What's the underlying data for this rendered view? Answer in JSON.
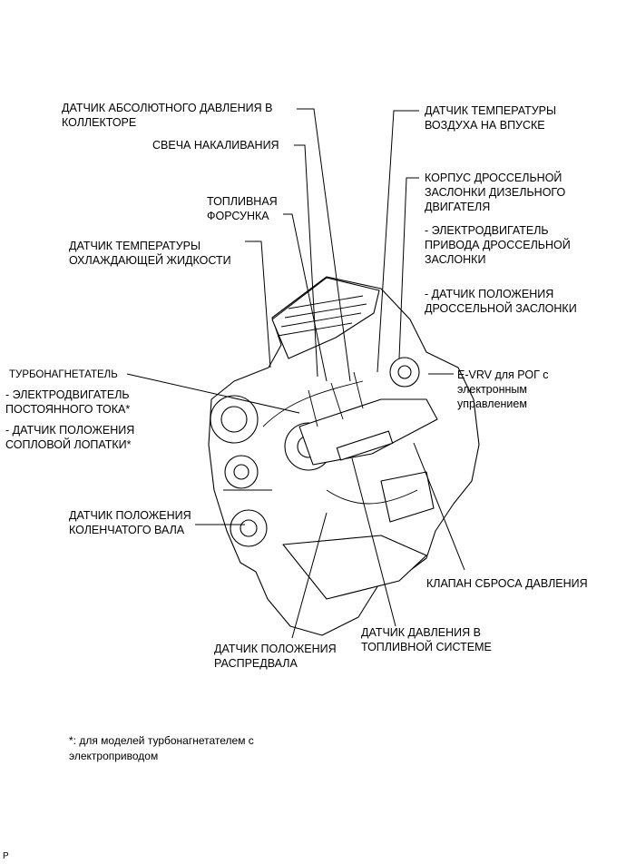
{
  "labels": {
    "map_sensor": [
      "ДАТЧИК АБСОЛЮТНОГО ДАВЛЕНИЯ В",
      "КОЛЛЕКТОРЕ"
    ],
    "glow_plug": [
      "СВЕЧА НАКАЛИВАНИЯ"
    ],
    "injector": [
      "ТОПЛИВНАЯ",
      "ФОРСУНКА"
    ],
    "coolant_temp": [
      "ДАТЧИК ТЕМПЕРАТУРЫ",
      "ОХЛАЖДАЮЩЕЙ ЖИДКОСТИ"
    ],
    "turbo": [
      "ТУРБОНАГНЕТАТЕЛЬ"
    ],
    "turbo_motor": [
      "- ЭЛЕКТРОДВИГАТЕЛЬ",
      "ПОСТОЯННОГО ТОКА*"
    ],
    "turbo_nozzle": [
      "- ДАТЧИК ПОЛОЖЕНИЯ",
      "СОПЛОВОЙ ЛОПАТКИ*"
    ],
    "crank_sensor": [
      "ДАТЧИК ПОЛОЖЕНИЯ",
      "КОЛЕНЧАТОГО ВАЛА"
    ],
    "cam_sensor": [
      "ДАТЧИК ПОЛОЖЕНИЯ",
      "РАСПРЕДВАЛА"
    ],
    "fuel_pressure": [
      "ДАТЧИК ДАВЛЕНИЯ В",
      "ТОПЛИВНОЙ СИСТЕМЕ"
    ],
    "relief_valve": [
      "КЛАПАН СБРОСА ДАВЛЕНИЯ"
    ],
    "evrv": [
      "E-VRV для РОГ с",
      "электронным",
      "управлением"
    ],
    "throttle_motor": [
      "- ЭЛЕКТРОДВИГАТЕЛЬ",
      "ПРИВОДА ДРОССЕЛЬНОЙ",
      "ЗАСЛОНКИ"
    ],
    "throttle_pos": [
      "- ДАТЧИК ПОЛОЖЕНИЯ",
      "ДРОССЕЛЬНОЙ ЗАСЛОНКИ"
    ],
    "throttle_body": [
      "КОРПУС ДРОССЕЛЬНОЙ",
      "ЗАСЛОНКИ ДИЗЕЛЬНОГО",
      "ДВИГАТЕЛЯ"
    ],
    "intake_temp": [
      "ДАТЧИК ТЕМПЕРАТУРЫ",
      "ВОЗДУХА НА ВПУСКЕ"
    ]
  },
  "footnote": [
    "*: для моделей турбонагнетателем с",
    "электроприводом"
  ],
  "corner_mark": "P"
}
